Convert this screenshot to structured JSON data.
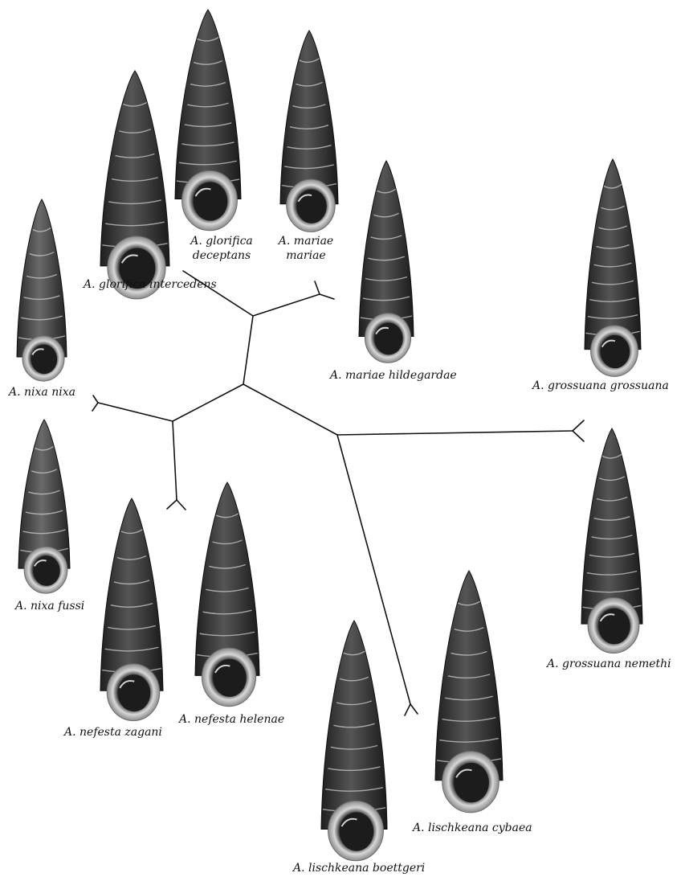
{
  "figure": {
    "shells": [
      {
        "name": "nixa-nixa"
      },
      {
        "name": "glorifica-intercedens"
      },
      {
        "name": "glorifica-deceptans"
      },
      {
        "name": "mariae-mariae"
      },
      {
        "name": "mariae-hildegardae"
      },
      {
        "name": "grossuana-grossuana"
      },
      {
        "name": "nixa-fussi"
      },
      {
        "name": "nefesta-zagani"
      },
      {
        "name": "nefesta-helenae"
      },
      {
        "name": "lischkeana-boettgeri"
      },
      {
        "name": "lischkeana-cybaea"
      },
      {
        "name": "grossuana-nemethi"
      }
    ],
    "labels": {
      "glorifica_deceptans_1": "A. glorifica",
      "glorifica_deceptans_2": "deceptans",
      "mariae_mariae_1": "A. mariae",
      "mariae_mariae_2": "mariae",
      "glorifica_intercedens": "A. glorifica intercedens",
      "mariae_hildegardae": "A. mariae hildegardae",
      "grossuana_grossuana": "A. grossuana grossuana",
      "nixa_nixa": "A. nixa nixa",
      "nixa_fussi": "A. nixa fussi",
      "nefesta_zagani": "A. nefesta zagani",
      "nefesta_helenae": "A. nefesta helenae",
      "grossuana_nemethi": "A. grossuana nemethi",
      "lischkeana_cybaea": "A. lischkeana  cybaea",
      "lischkeana_boettgeri": "A. lischkeana boettgeri"
    },
    "colors": {
      "shell_dark": "#2e2e2e",
      "shell_mid": "#4a4a4a",
      "aperture_lip": "#c8c8c8",
      "tree_line": "#111111"
    }
  }
}
